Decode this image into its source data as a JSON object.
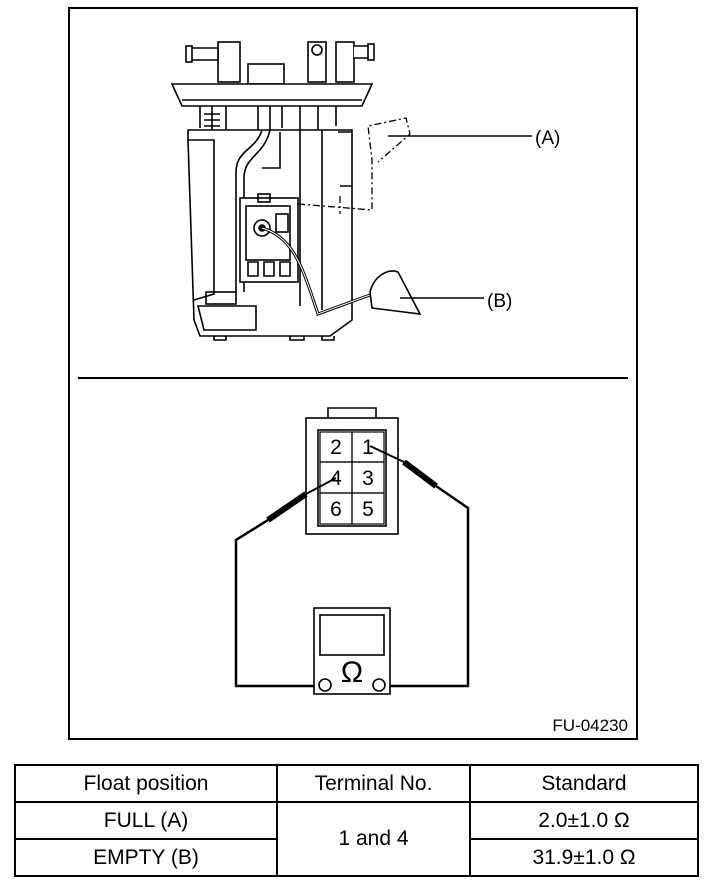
{
  "labels": {
    "float_full": "(A)",
    "float_empty": "(B)"
  },
  "connector": {
    "terminals": [
      "2",
      "1",
      "4",
      "3",
      "6",
      "5"
    ]
  },
  "meter": {
    "symbol": "Ω",
    "icon": "ohmmeter-icon"
  },
  "figure_code": "FU-04230",
  "table": {
    "headers": [
      "Float position",
      "Terminal No.",
      "Standard"
    ],
    "rows": [
      {
        "position": "FULL (A)",
        "standard": "2.0±1.0 Ω"
      },
      {
        "position": "EMPTY (B)",
        "standard": "31.9±1.0 Ω"
      }
    ],
    "terminal_no": "1 and 4"
  },
  "colors": {
    "line": "#000000",
    "background": "#ffffff"
  }
}
